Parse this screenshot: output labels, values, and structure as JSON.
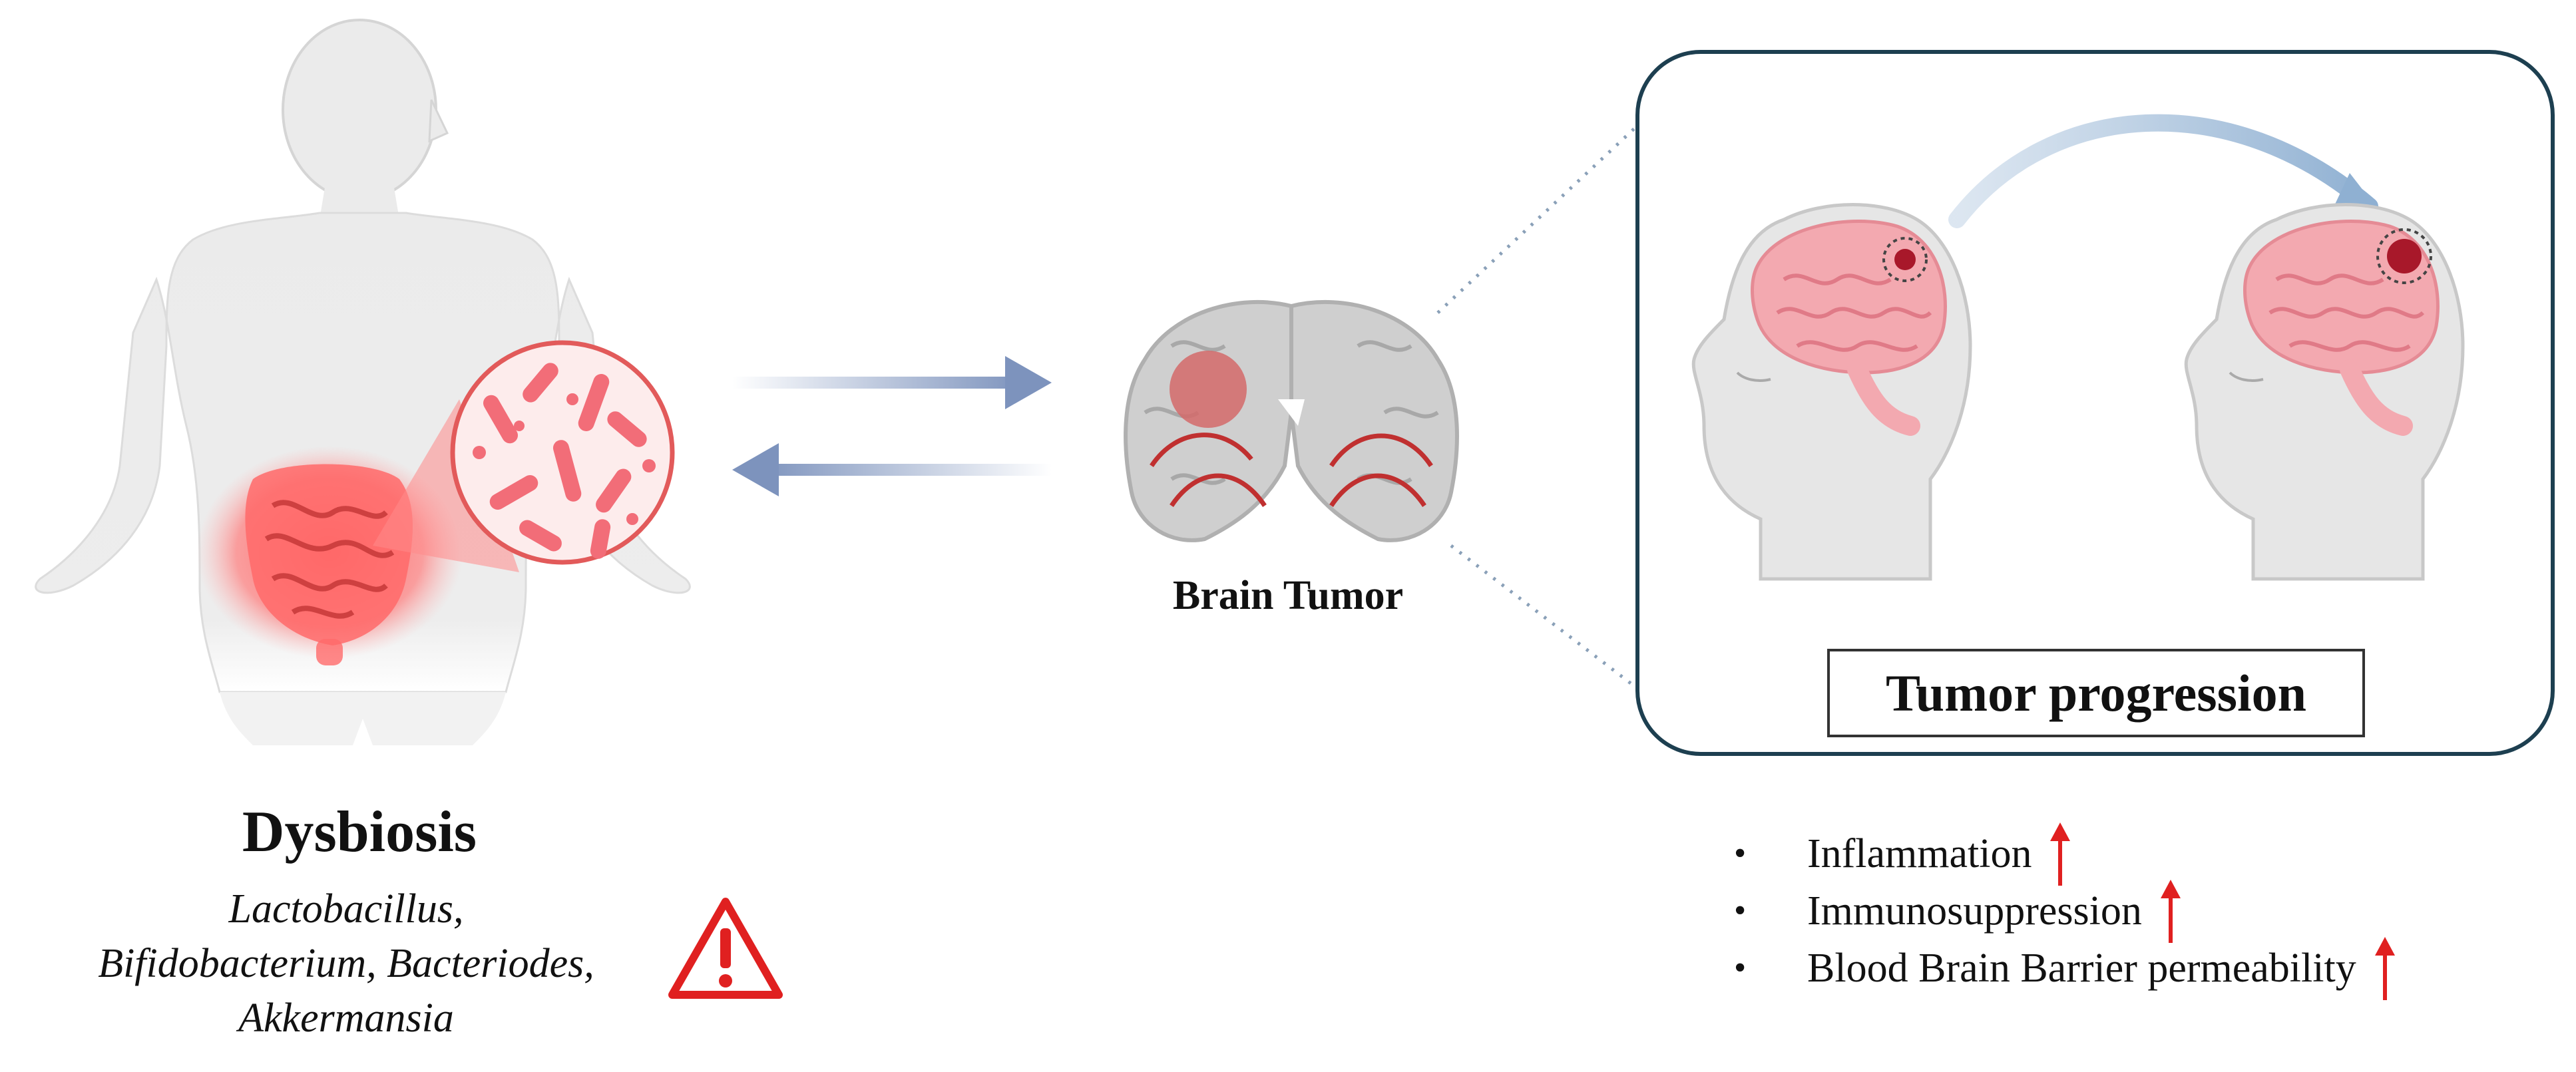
{
  "dysbiosis": {
    "title": "Dysbiosis",
    "bacteria_lines": [
      "Lactobacillus,",
      "Bifidobacterium, Bacteriodes,",
      "Akkermansia"
    ],
    "warning_icon": "warning-triangle-icon"
  },
  "brain_tumor": {
    "label": "Brain Tumor"
  },
  "progression": {
    "label": "Tumor progression",
    "effects": [
      {
        "text": "Inflammation",
        "trend": "up"
      },
      {
        "text": "Immunosuppression",
        "trend": "up"
      },
      {
        "text": "Blood Brain Barrier permeability",
        "trend": "up"
      }
    ]
  },
  "colors": {
    "accent_red": "#e02020",
    "arrow_blue": "#7d93bd",
    "panel_border": "#1d3f50",
    "body_gray": "#ebebeb"
  }
}
